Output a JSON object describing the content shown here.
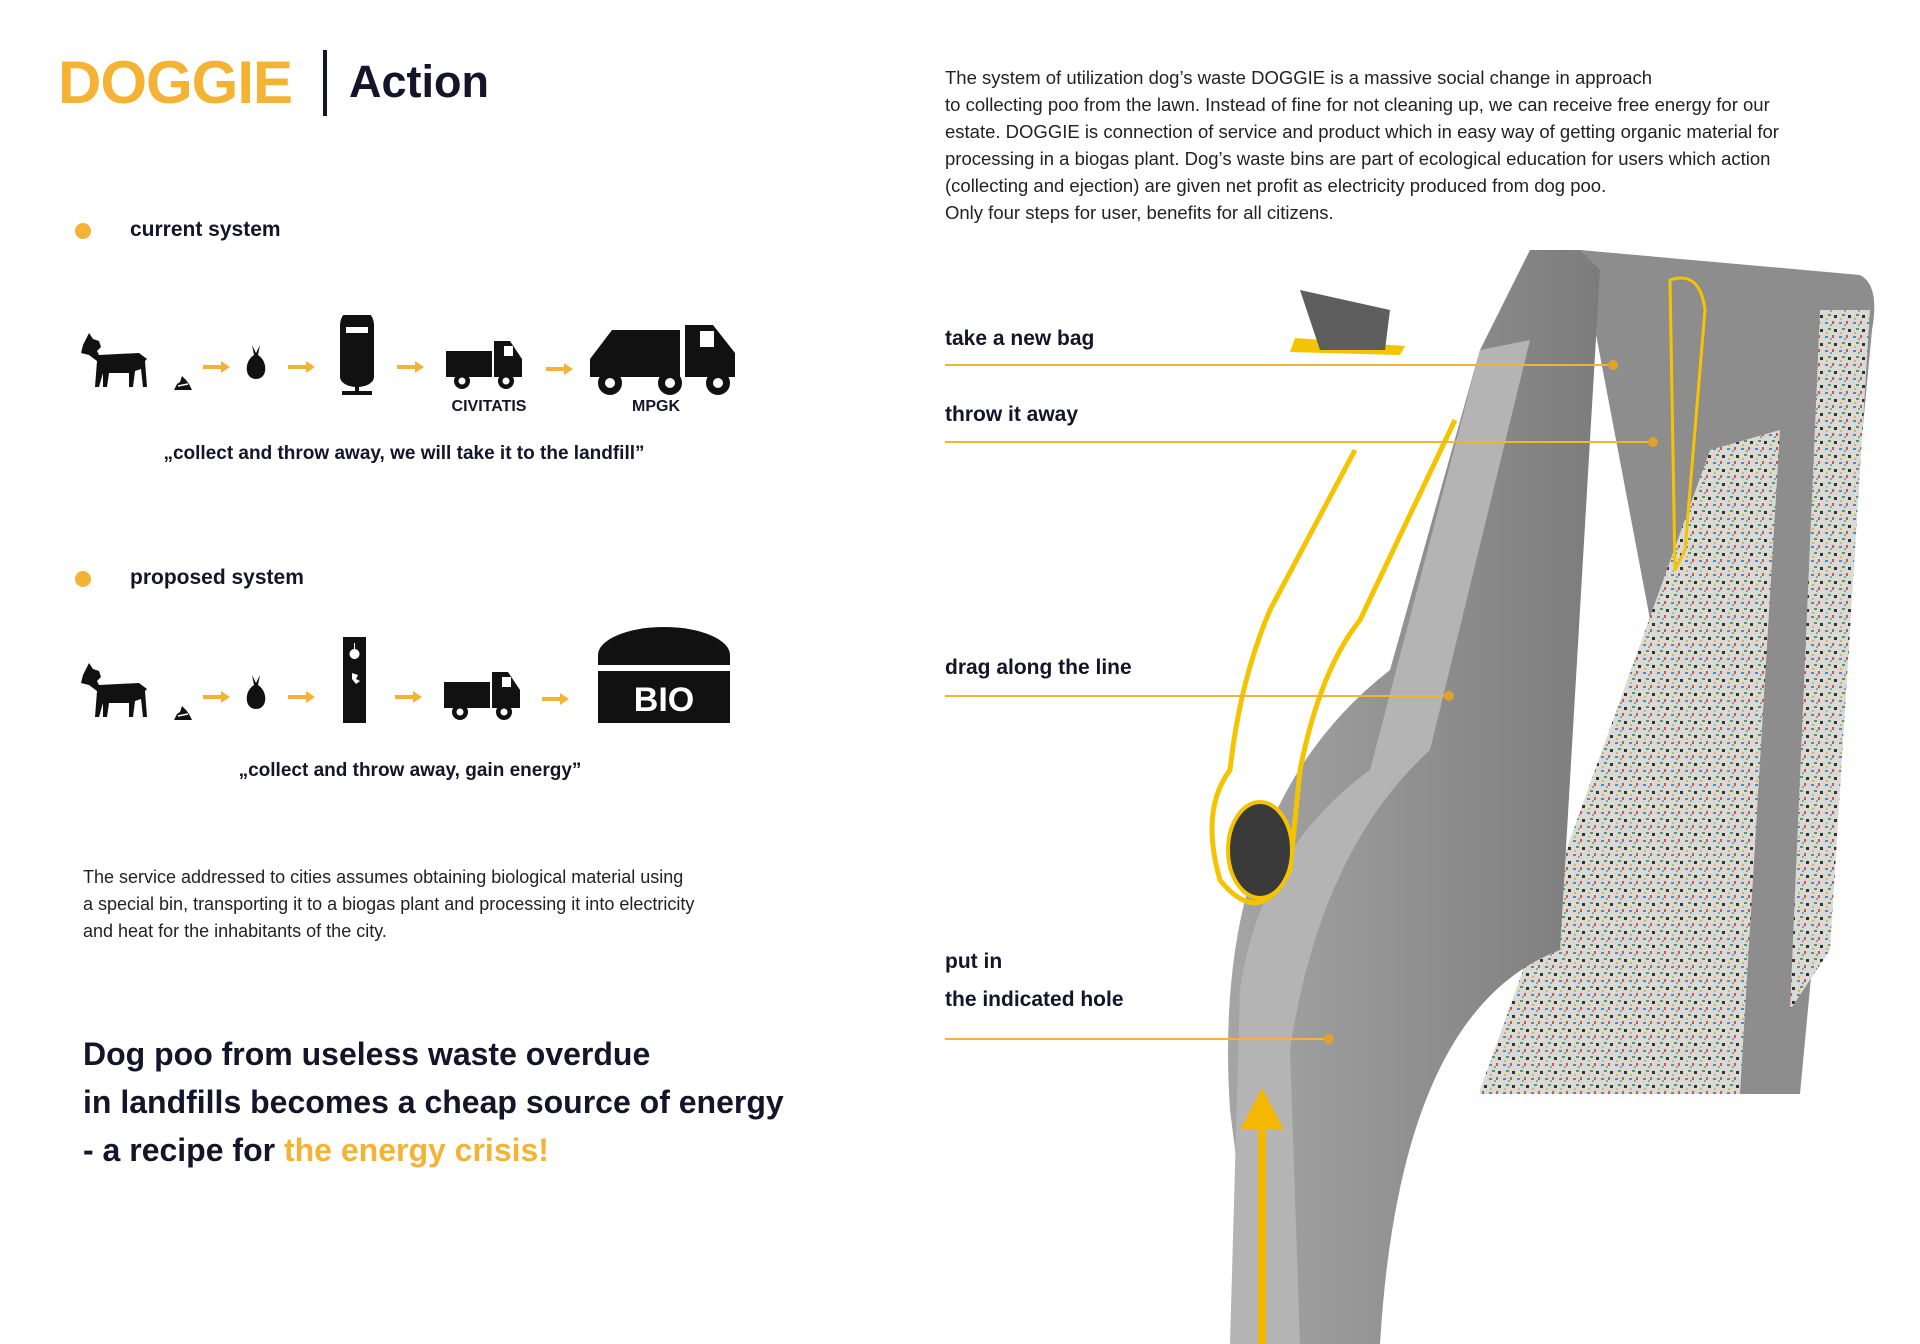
{
  "header": {
    "brand": "DOGGIE",
    "title": "Action"
  },
  "intro": [
    "The system of utilization dog’s waste DOGGIE is a massive social change in approach",
    "to collecting poo from the lawn. Instead of fine for not cleaning up, we can receive free energy for our",
    "estate. DOGGIE is connection of service and product which in easy way of getting organic material for",
    "processing in a biogas plant. Dog’s waste bins are  part of ecological education for users which action",
    "(collecting and ejection) are given net profit as electricity produced from dog poo.",
    "Only four steps for user, benefits for all citizens."
  ],
  "current": {
    "label": "current system",
    "captions": [
      "CIVITATIS",
      "MPGK"
    ],
    "quote": "„collect and throw away, we will take it to the landfill”"
  },
  "proposed": {
    "label": "proposed system",
    "bio": "BIO",
    "quote": "„collect and throw away, gain energy”"
  },
  "service": [
    "The service addressed to cities assumes obtaining biological material using",
    "a special bin, transporting it to a biogas plant and processing it into electricity",
    "and heat for the inhabitants of the city."
  ],
  "headline": {
    "line1": "Dog poo from useless waste overdue",
    "line2": "in landfills becomes a cheap source of energy",
    "line3_prefix": "- a recipe for ",
    "line3_accent": "the energy crisis!"
  },
  "steps": {
    "take": "take a new bag",
    "throw": "throw it away",
    "drag": "drag along the line",
    "put1": "put in",
    "put2": "the indicated hole"
  },
  "colors": {
    "accent": "#f5b335",
    "ink": "#14142a"
  }
}
